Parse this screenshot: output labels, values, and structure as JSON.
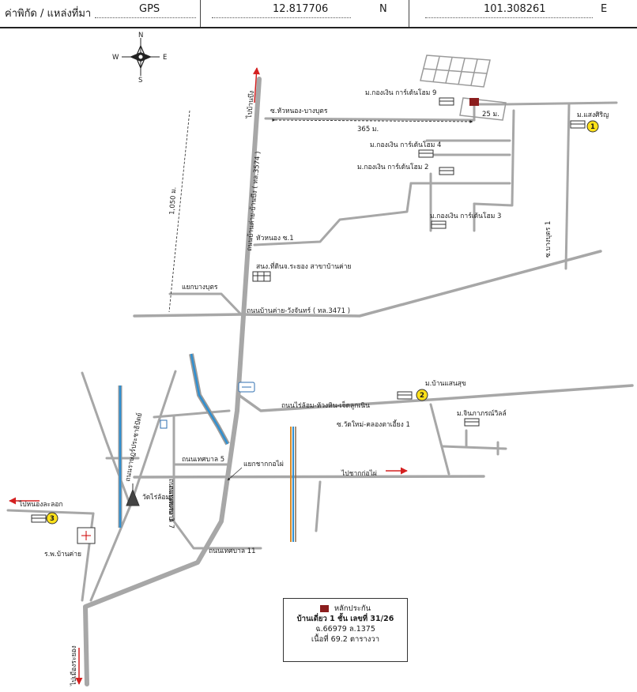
{
  "header": {
    "coord_label": "ค่าพิกัด / แหล่งที่มา",
    "source": "GPS",
    "lat": "12.817706",
    "lat_suffix": "N",
    "lon": "101.308261",
    "lon_suffix": "E"
  },
  "compass": {
    "n": "N",
    "s": "S",
    "e": "E",
    "w": "W"
  },
  "roads": {
    "main_road": "ถนนบ้านค่าย-บ้านบึง ( ทล.3574 )",
    "to_banbueng": "ไปบ้านบึง",
    "hua_nong_bang_but": "ซ.หัวหนอง-บางบุตร",
    "bang_but_1": "ซ.บางบุตร 1",
    "hua_nong_1": "หัวหนอง ซ.1",
    "junction_bang_but": "แยกบางบุตร",
    "ban_khai_wang_chan": "ถนนบ้านค่าย-วังจันทร์ ( ทล.3471 )",
    "nong_lalok": "ไปหนองละลอก",
    "rai_lom": "ถนนไร่ล้อม-ห้วงหิน-เจ็ดลูกเนิน",
    "wat_mai_khlong": "ซ.วัดใหม่-คลองตาเอี้ยง 1",
    "to_chak_ko_phai": "ไปชากก่อไผ่",
    "junction_chak_ko_phai": "แยกชากกอไผ่",
    "thetsaban_5": "ถนนเทศบาล 5",
    "thetsaban_3": "ถนนเทศบาล 3",
    "thetsaban_7": "ถนนเทศบาล 7",
    "thetsaban_11": "ถนนเทศบาล 11",
    "prachathipat": "ถนนราษฎร์ประชาธิปัตย์",
    "to_mueang_rayong": "ไปเมืองระยอง"
  },
  "distances": {
    "d_365": "365 ม.",
    "d_1050": "1,050 ม.",
    "d_25": "25 ม."
  },
  "places": {
    "kongngern_9": "ม.กองเงิน การ์เด้นโฮม 9",
    "kongngern_4": "ม.กองเงิน การ์เด้นโฮม 4",
    "kongngern_2": "ม.กองเงิน การ์เด้นโฮม 2",
    "kongngern_3": "ม.กองเงิน การ์เด้นโฮม 3",
    "saengsiri": "ม.แสงศิริญ",
    "land_office": "สนง.ที่ดินจ.ระยอง สาขาบ้านค่าย",
    "ban_saen_suk": "ม.บ้านแสนสุข",
    "chinpak_villa": "ม.จินภาภรณ์วิลล์",
    "wat_rai_lom": "วัดไร่ล้อม",
    "hospital": "ร.พ.บ้านค่าย"
  },
  "markers": {
    "m1": "1",
    "m2": "2",
    "m3": "3"
  },
  "legend": {
    "title": "หลักประกัน",
    "line1": "บ้านเดี่ยว 1 ชั้น เลขที่ 31/26",
    "line2": "ฉ.66979 ล.1375",
    "line3": "เนื้อที่ 69.2 ตารางวา"
  },
  "colors": {
    "road": "#a7a7a7",
    "river": "#2f8fd0",
    "arrow": "#d42020",
    "marker": "#ffe11a",
    "collateral": "#8b1d1d"
  }
}
